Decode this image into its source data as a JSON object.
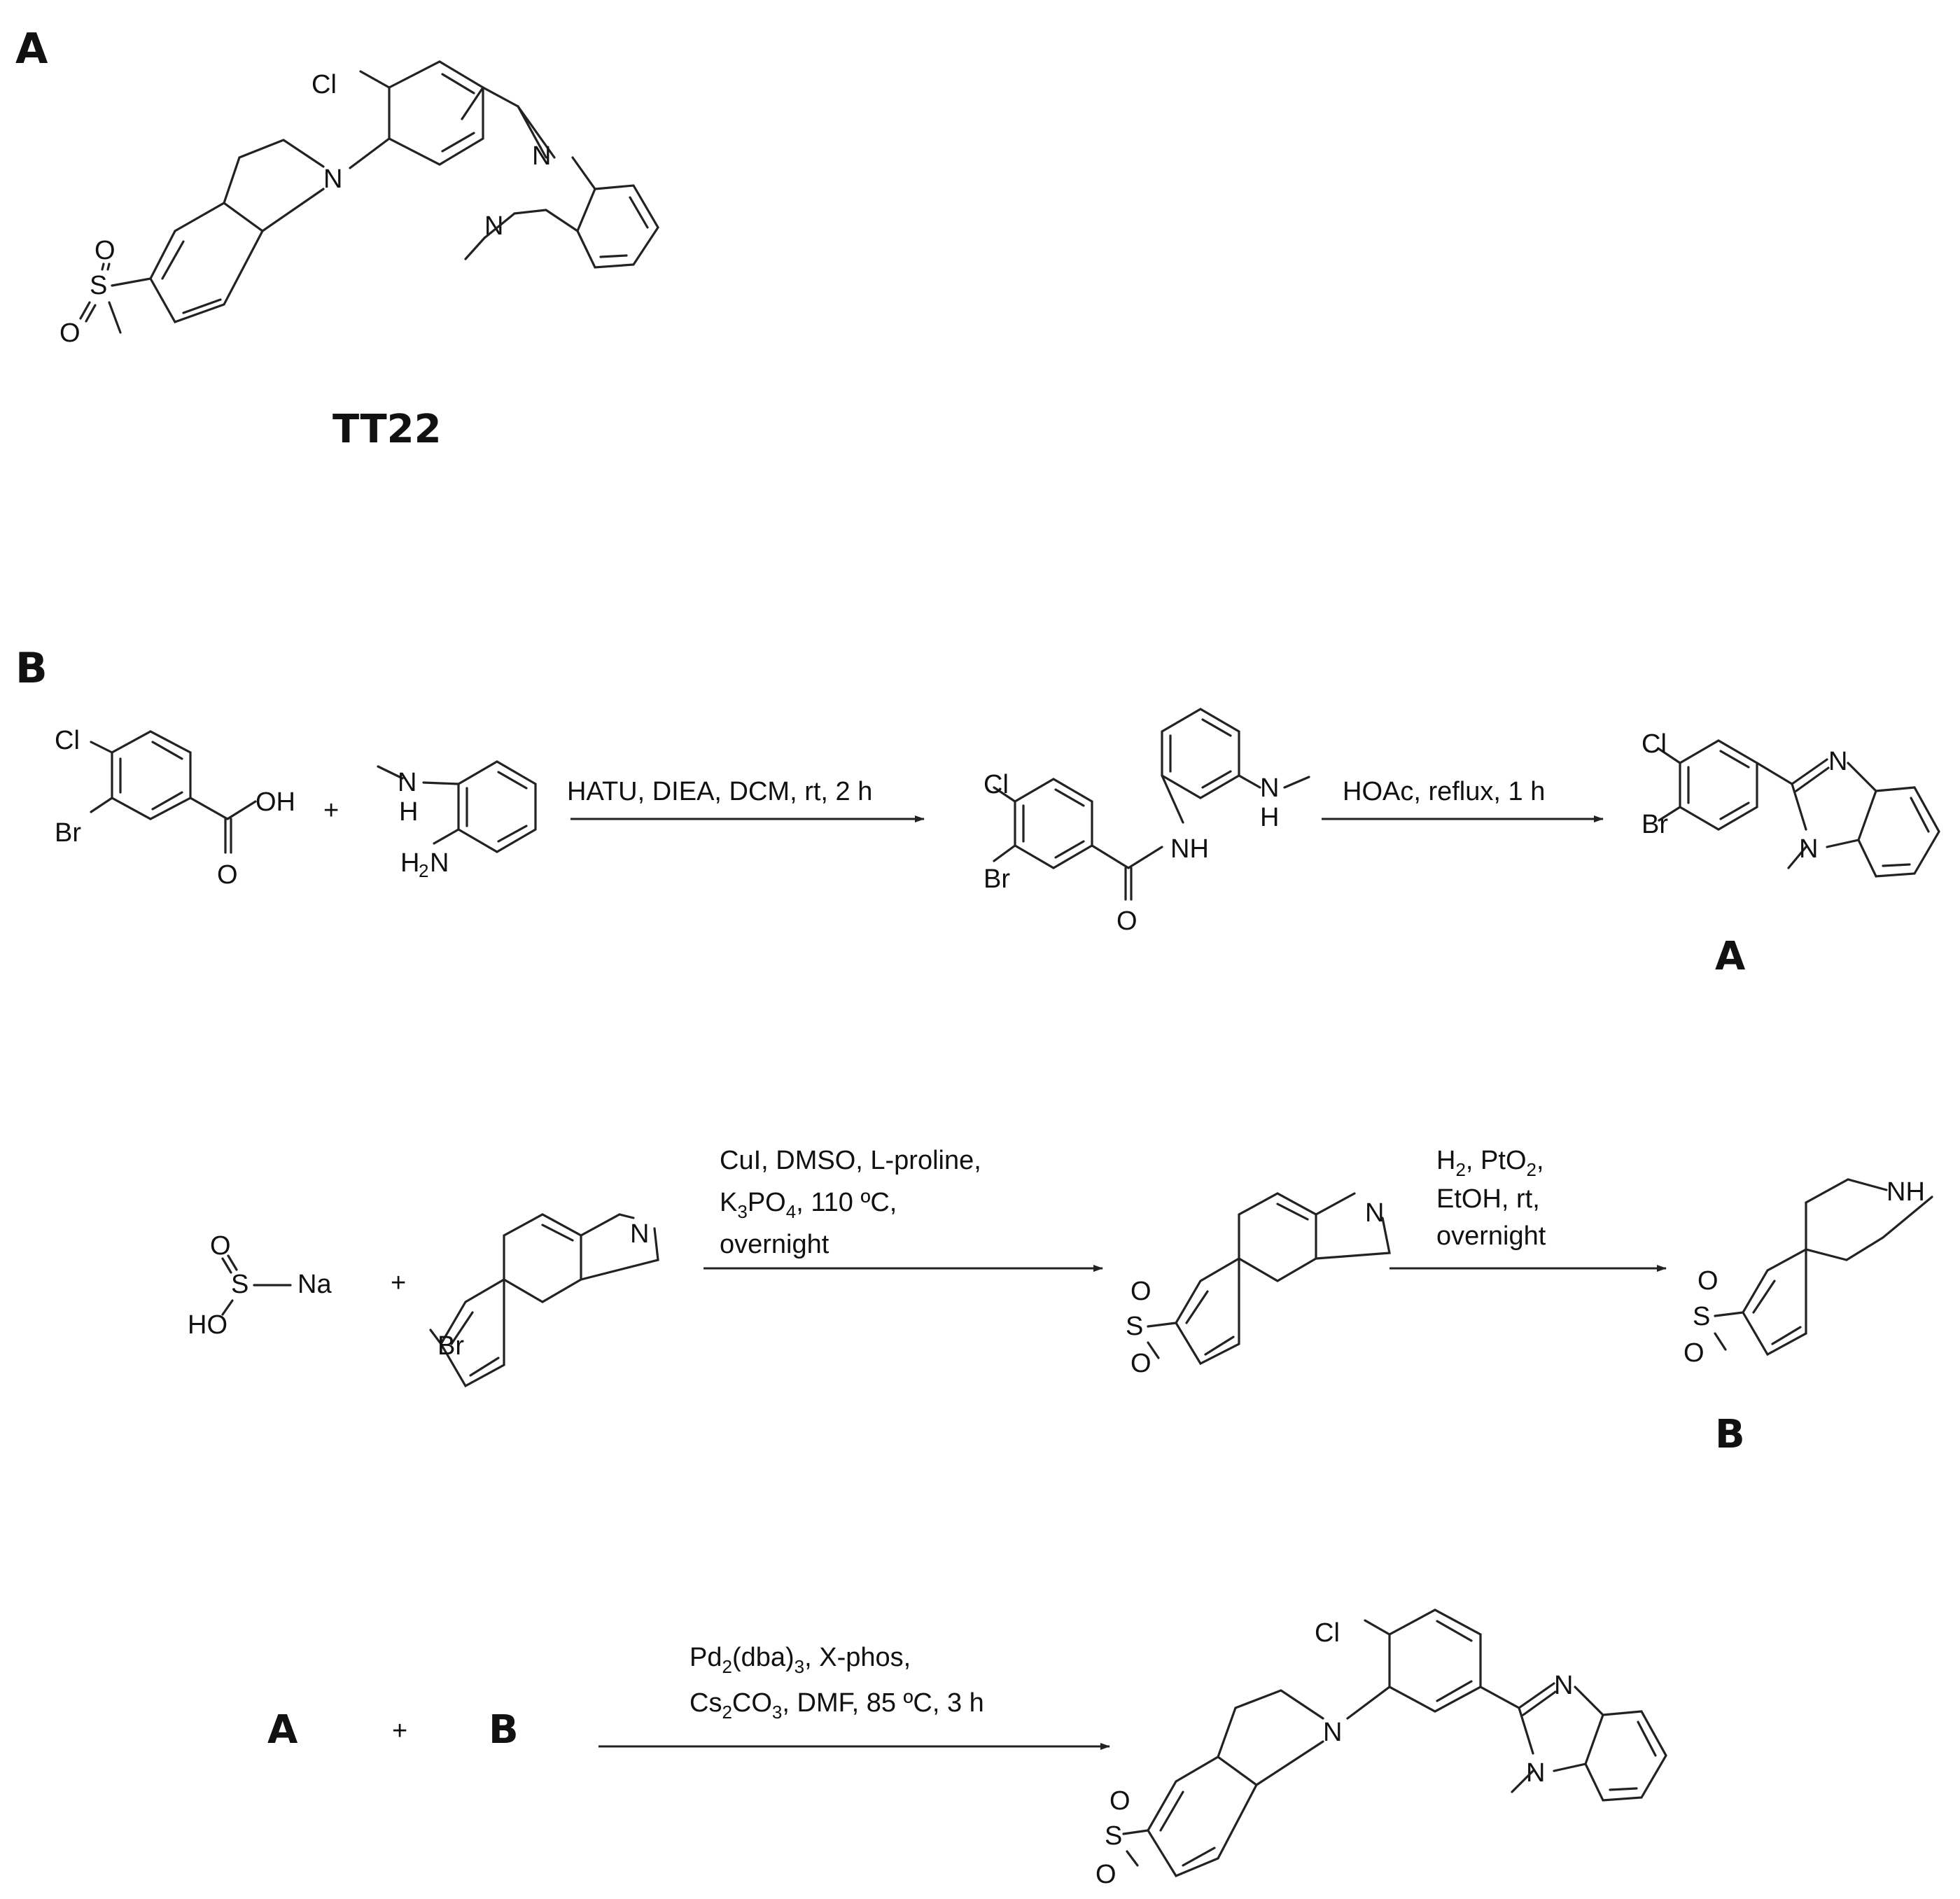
{
  "panels": {
    "a": "A",
    "b": "B"
  },
  "compounds": {
    "tt22": "TT22",
    "int_a": "A",
    "int_b": "B"
  },
  "plus": "+",
  "reactions": {
    "r1": {
      "conditions": "HATU, DIEA, DCM, rt, 2 h"
    },
    "r2": {
      "conditions": "HOAc, reflux, 1 h"
    },
    "r3": {
      "line1": "CuI, DMSO, L-proline,",
      "line2_pre": "K",
      "line2_sub": "3",
      "line2_mid": "PO",
      "line2_sub2": "4",
      "line2_post": ", 110 ºC,",
      "line3": "overnight"
    },
    "r4": {
      "line1_pre": "H",
      "line1_sub": "2",
      "line1_mid": ", PtO",
      "line1_sub2": "2",
      "line1_post": ",",
      "line2": "EtOH, rt,",
      "line3": "overnight"
    },
    "r5": {
      "line1_pre": "Pd",
      "line1_sub": "2",
      "line1_mid": "(dba)",
      "line1_sub2": "3",
      "line1_post": ", X-phos,",
      "line2_pre": "Cs",
      "line2_sub": "2",
      "line2_mid": "CO",
      "line2_sub2": "3",
      "line2_post": ", DMF, 85 ºC, 3 h"
    }
  },
  "atoms": {
    "Cl": "Cl",
    "Br": "Br",
    "N": "N",
    "NH": "NH",
    "H": "H",
    "O": "O",
    "OH": "OH",
    "HO": "HO",
    "S": "S",
    "Na": "Na",
    "H2N_H": "H",
    "H2N_2": "2",
    "H2N_N": "N"
  }
}
